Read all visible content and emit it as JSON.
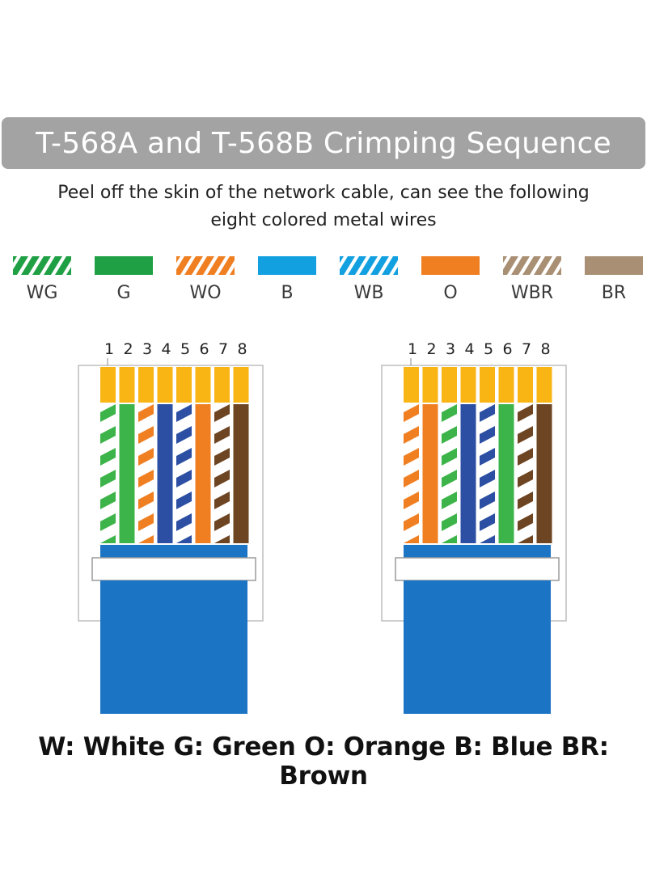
{
  "title": "T-568A and T-568B Crimping Sequence",
  "subtitle_line1": "Peel off the skin of the network cable, can see the following",
  "subtitle_line2": "eight colored metal wires",
  "colors": {
    "green": "#1fa045",
    "orange": "#f07f22",
    "blue": "#12a0e0",
    "brown": "#a98f74",
    "wire_green": "#3db44a",
    "wire_orange": "#f07f22",
    "wire_blue": "#2c4fa3",
    "wire_brown": "#6e4522",
    "contact": "#f9b514",
    "jacket": "#1c74c4"
  },
  "legend": [
    {
      "code": "WG",
      "color": "green",
      "striped": true
    },
    {
      "code": "G",
      "color": "green",
      "striped": false
    },
    {
      "code": "WO",
      "color": "orange",
      "striped": true
    },
    {
      "code": "B",
      "color": "blue",
      "striped": false
    },
    {
      "code": "WB",
      "color": "blue",
      "striped": true
    },
    {
      "code": "O",
      "color": "orange",
      "striped": false
    },
    {
      "code": "WBR",
      "color": "brown",
      "striped": true
    },
    {
      "code": "BR",
      "color": "brown",
      "striped": false
    }
  ],
  "pin_numbers": [
    "1",
    "2",
    "3",
    "4",
    "5",
    "6",
    "7",
    "8"
  ],
  "connectors": [
    {
      "name": "t568a",
      "wires": [
        {
          "color": "green",
          "striped": true
        },
        {
          "color": "green",
          "striped": false
        },
        {
          "color": "orange",
          "striped": true
        },
        {
          "color": "blue",
          "striped": false
        },
        {
          "color": "blue",
          "striped": true
        },
        {
          "color": "orange",
          "striped": false
        },
        {
          "color": "brown",
          "striped": true
        },
        {
          "color": "brown",
          "striped": false
        }
      ]
    },
    {
      "name": "t568b",
      "wires": [
        {
          "color": "orange",
          "striped": true
        },
        {
          "color": "orange",
          "striped": false
        },
        {
          "color": "green",
          "striped": true
        },
        {
          "color": "blue",
          "striped": false
        },
        {
          "color": "blue",
          "striped": true
        },
        {
          "color": "green",
          "striped": false
        },
        {
          "color": "brown",
          "striped": true
        },
        {
          "color": "brown",
          "striped": false
        }
      ]
    }
  ],
  "footer": "W: White G: Green O: Orange B: Blue BR: Brown"
}
